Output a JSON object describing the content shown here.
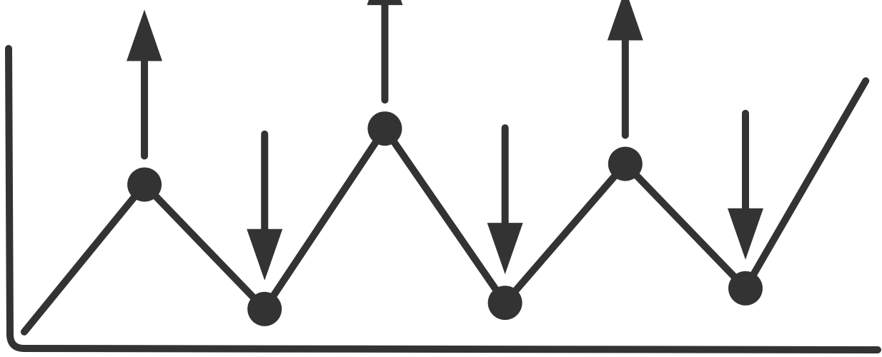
{
  "chart_data": {
    "type": "line",
    "x": [
      0,
      1,
      2,
      3,
      4,
      5,
      6,
      7
    ],
    "series": [
      {
        "values": [
          0.5,
          7.6,
          1.6,
          10.3,
          1.9,
          8.6,
          2.6,
          12.6
        ]
      }
    ],
    "markers": [
      {
        "x": 1,
        "direction": "up"
      },
      {
        "x": 2,
        "direction": "down"
      },
      {
        "x": 3,
        "direction": "up"
      },
      {
        "x": 4,
        "direction": "down"
      },
      {
        "x": 5,
        "direction": "up"
      },
      {
        "x": 6,
        "direction": "down"
      }
    ],
    "xlim": [
      -0.13,
      7.1
    ],
    "ylim": [
      -0.3,
      16.5
    ],
    "grid": false,
    "colors": {
      "ink": "#333333",
      "background": "#ffffff"
    }
  }
}
